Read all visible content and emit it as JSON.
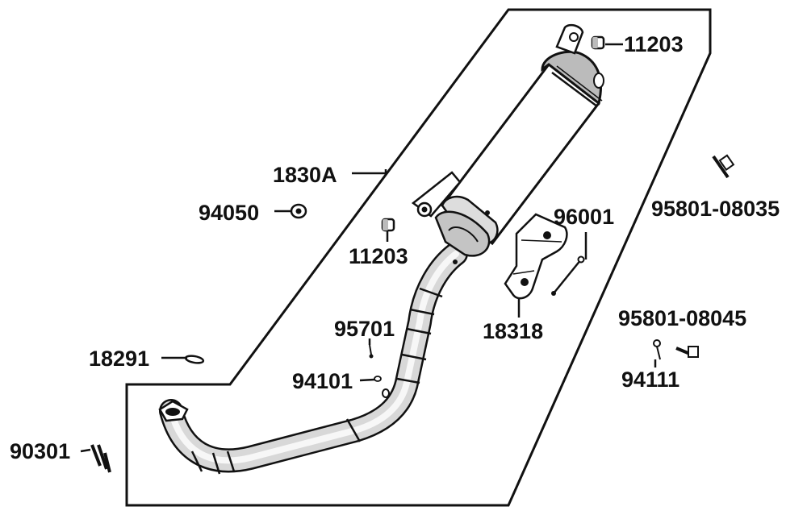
{
  "diagram": {
    "title": "",
    "line_color": "#111111",
    "fill_color": "#ffffff",
    "shade_color": "#d8d8d8",
    "labels": {
      "p11203_top": "11203",
      "p1830A": "1830A",
      "p94050": "94050",
      "p11203_mid": "11203",
      "p96001": "96001",
      "p95801_08035": "95801-08035",
      "p18318": "18318",
      "p95701": "95701",
      "p95801_08045": "95801-08045",
      "p18291": "18291",
      "p94101": "94101",
      "p94111": "94111",
      "p90301": "90301"
    }
  }
}
